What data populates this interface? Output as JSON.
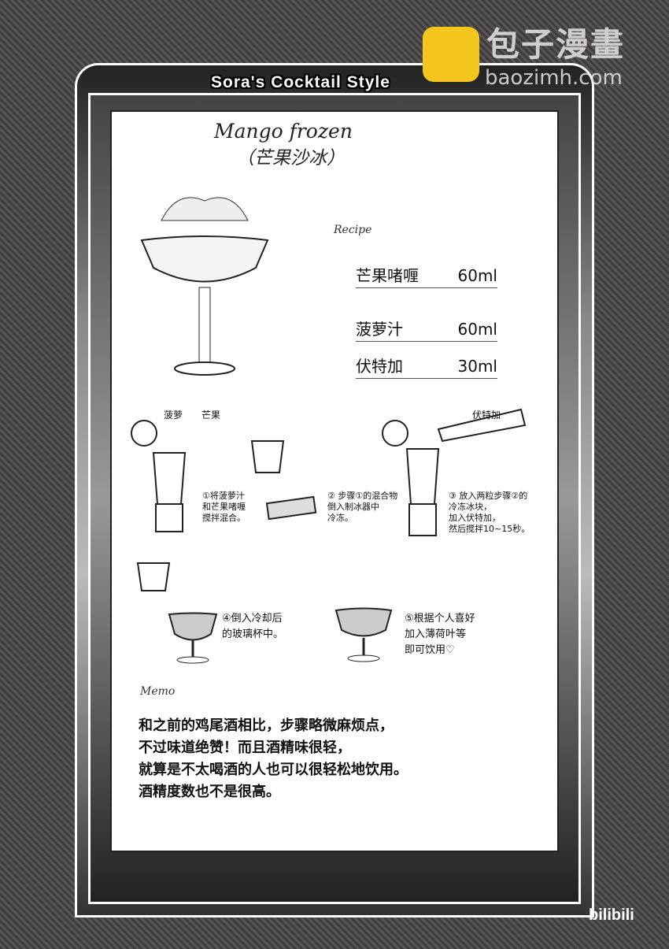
{
  "banner": "Sora's Cocktail Style",
  "title": "Mango frozen",
  "subtitle": "（芒果沙冰）",
  "recipe_label": "Recipe",
  "ingredients": [
    {
      "name": "芒果啫喱",
      "amount": "60ml"
    },
    {
      "name": "菠萝汁",
      "amount": "60ml"
    },
    {
      "name": "伏特加",
      "amount": "30ml"
    }
  ],
  "tags": {
    "pineapple": "菠萝",
    "mango": "芒果",
    "vodka": "伏特加"
  },
  "steps": [
    [
      "①将菠萝汁",
      "和芒果啫喱",
      "搅拌混合。"
    ],
    [
      "② 步骤①的混合物",
      "倒入制冰器中",
      "冷冻。"
    ],
    [
      "③ 放入两粒步骤②的",
      "冷冻冰块，",
      "加入伏特加，",
      "然后搅拌10~15秒。"
    ],
    [
      "④倒入冷却后",
      "的玻璃杯中。"
    ],
    [
      "⑤根据个人喜好",
      "加入薄荷叶等",
      "即可饮用♡"
    ]
  ],
  "memo_label": "Memo",
  "memo": [
    "和之前的鸡尾酒相比，步骤略微麻烦点，",
    "不过味道绝赞！而且酒精味很轻，",
    "就算是不太喝酒的人也可以很轻松地饮用。",
    "酒精度数也不是很高。"
  ],
  "watermark": {
    "cn": "包子漫畫",
    "url": "baozimh.com",
    "corner": "bilibili"
  },
  "colors": {
    "logo": "#f4c51c",
    "background": "#4b4949"
  }
}
